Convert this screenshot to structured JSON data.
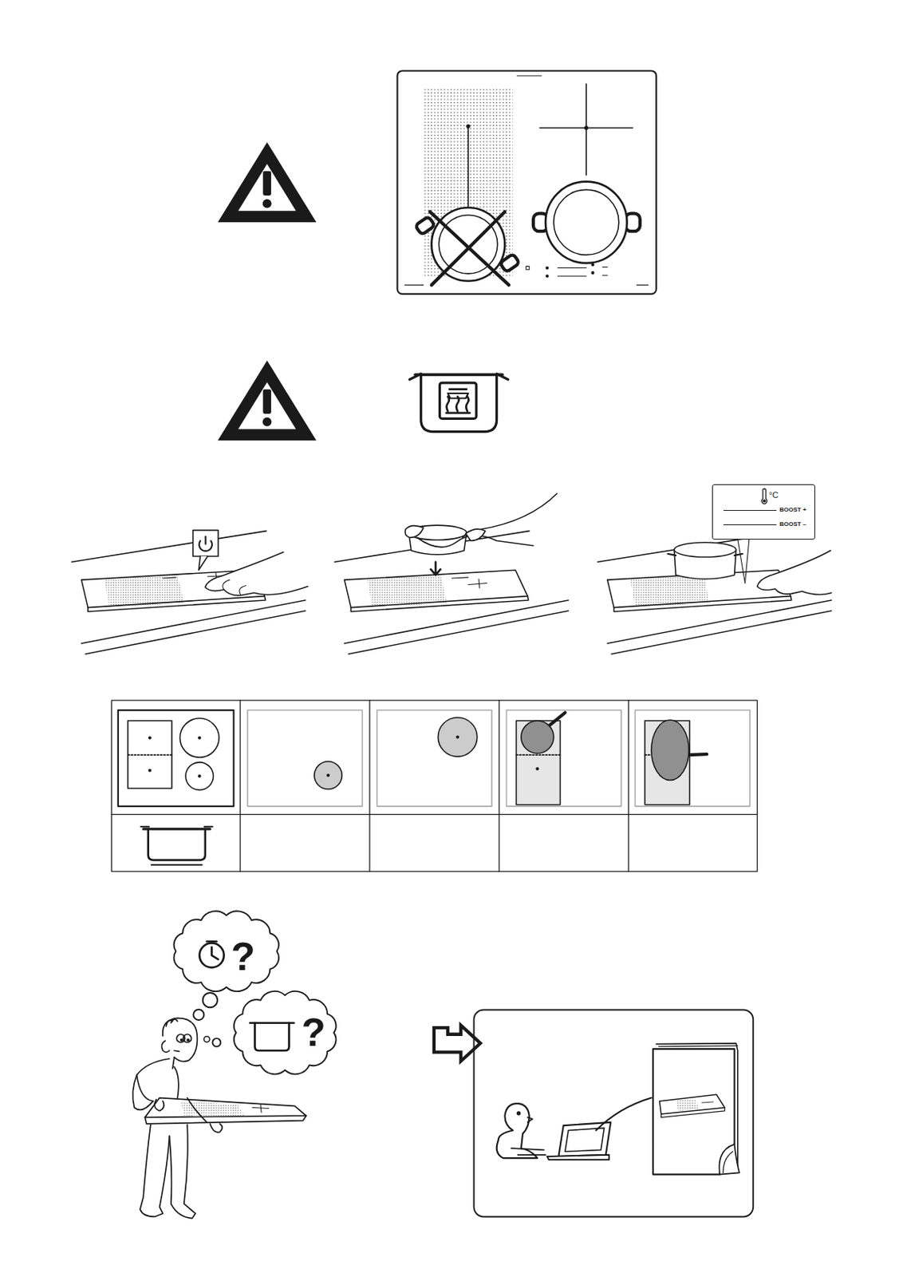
{
  "diagram": {
    "nodes": [
      {
        "text": [
          "°C",
          "BOOST +",
          "BOOST –"
        ]
      }
    ],
    "labels": [
      "?",
      "?"
    ]
  }
}
